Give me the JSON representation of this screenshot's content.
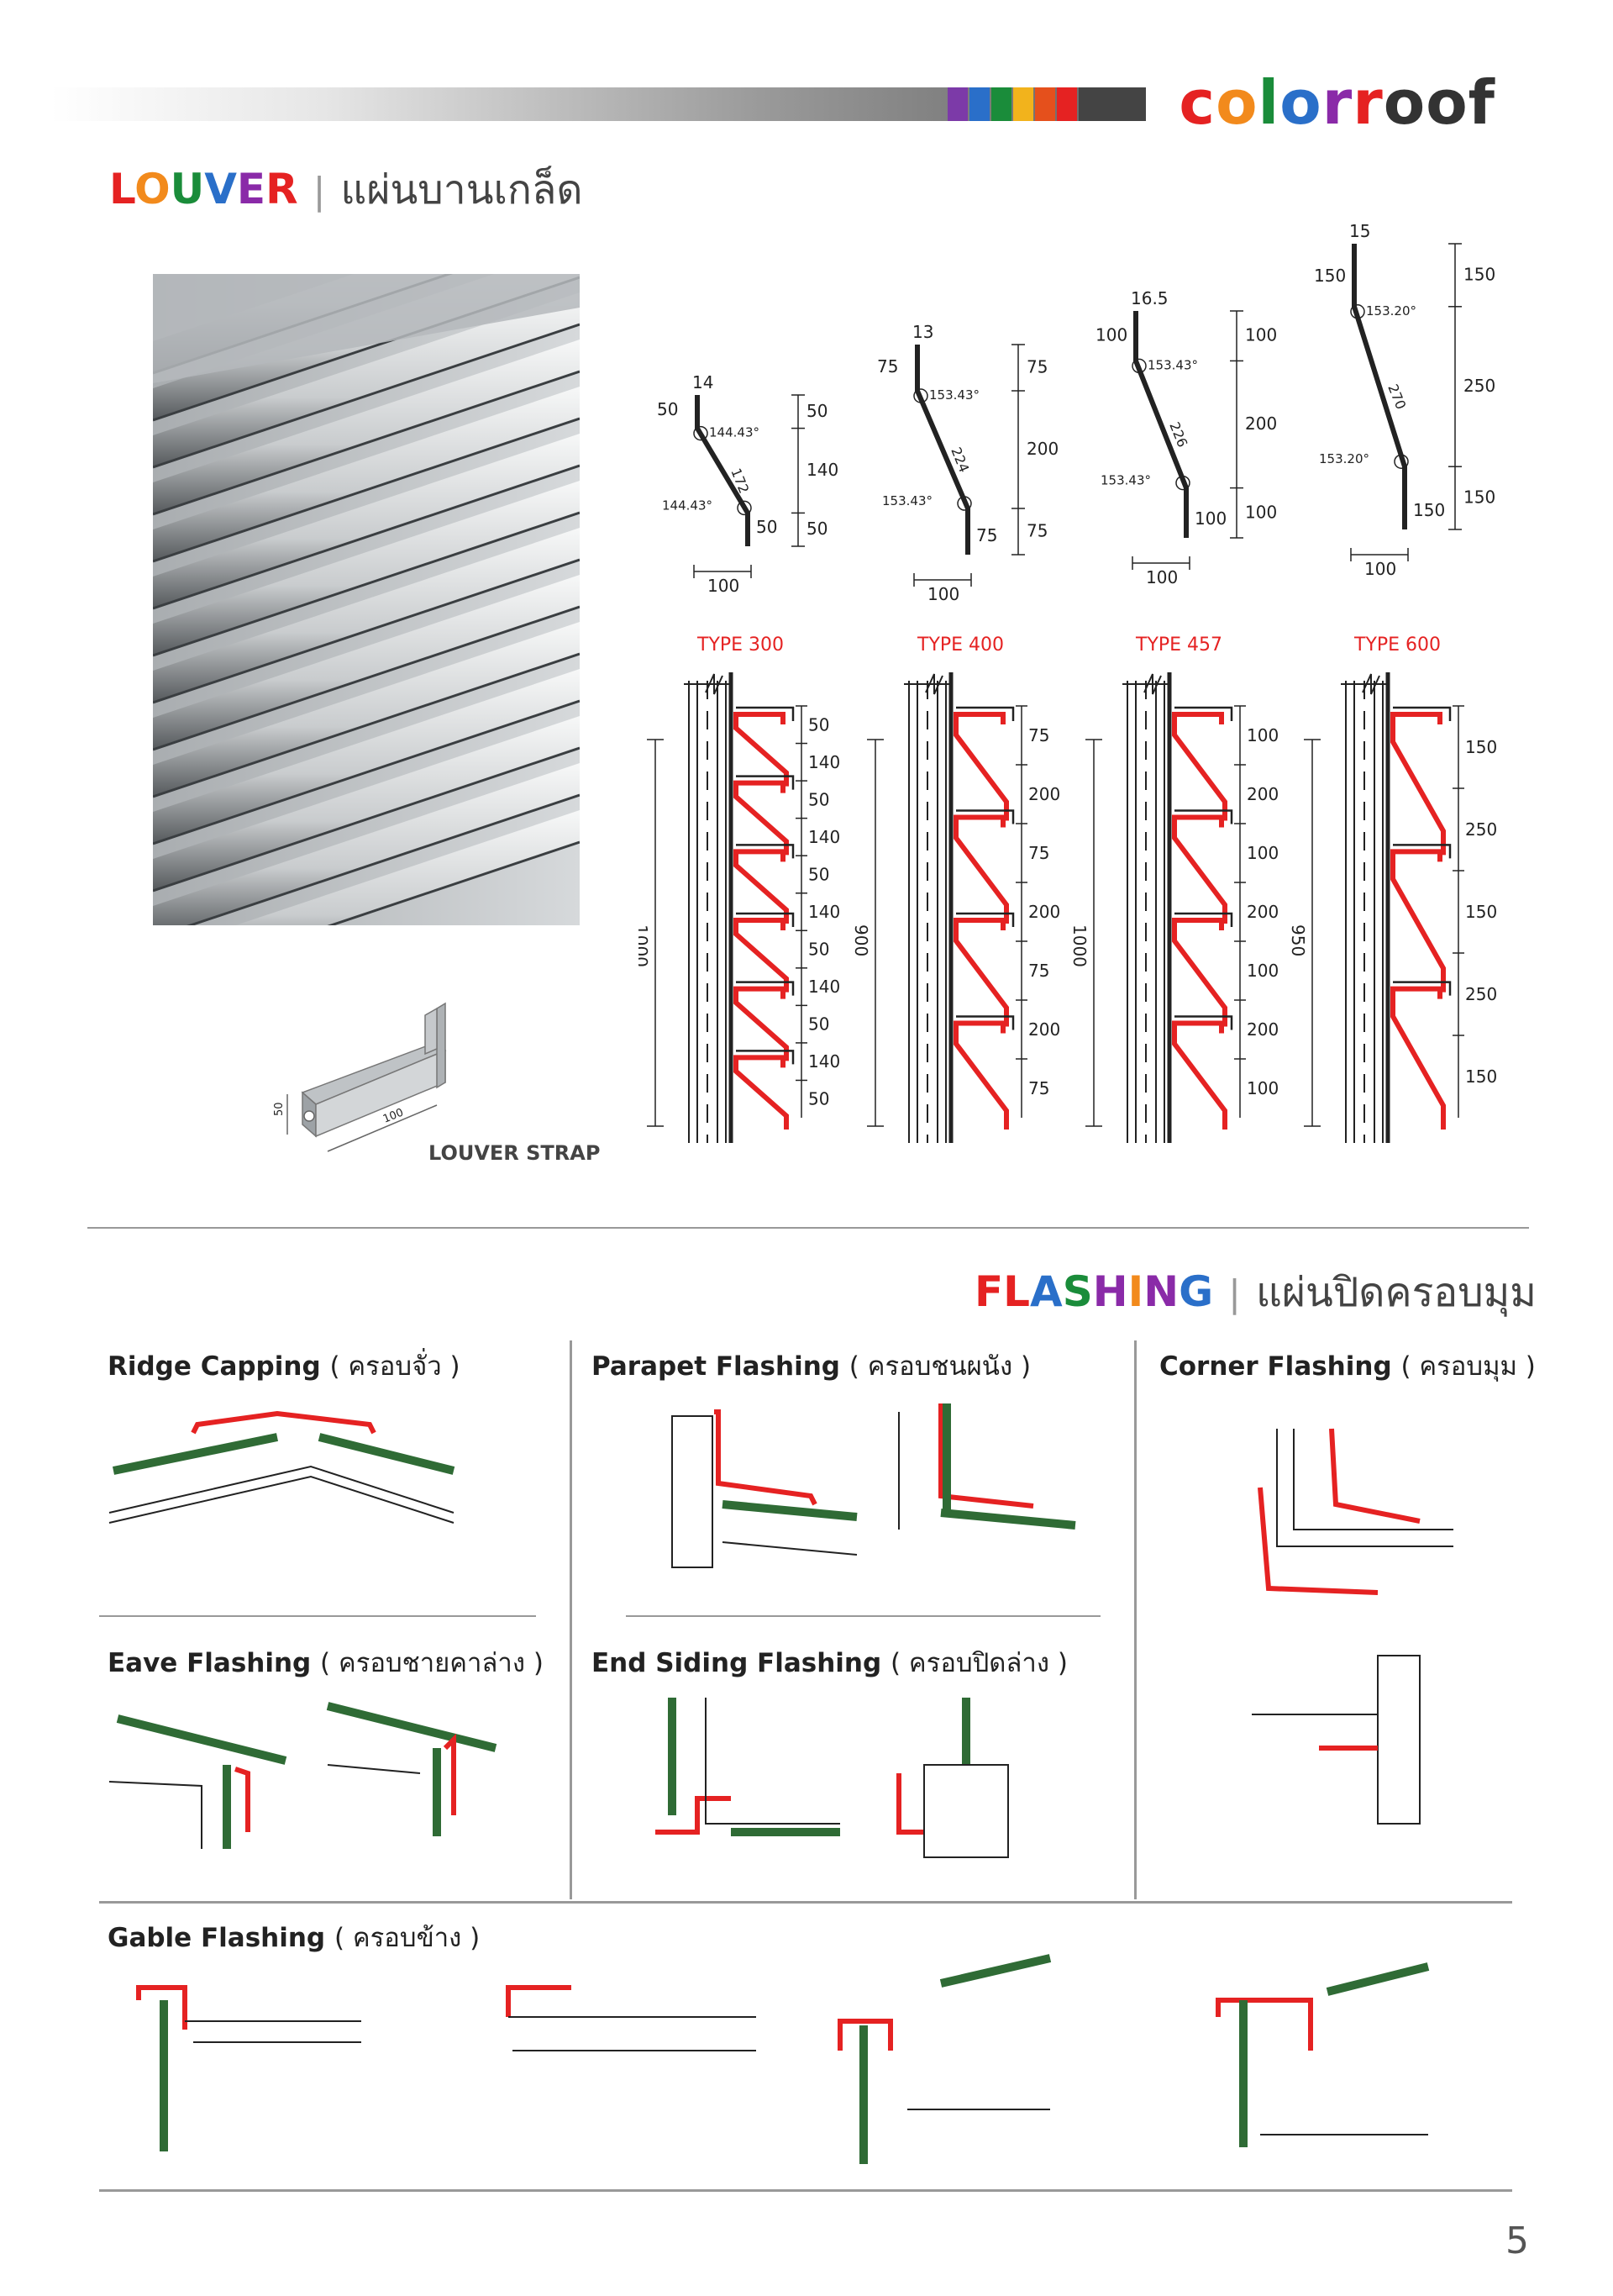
{
  "brand": {
    "logo_text": "colorroof",
    "logo_colors": [
      "#e52222",
      "#f28a1c",
      "#1a8c3a",
      "#2a6fc9",
      "#8a2aa8",
      "#e52222",
      "#333333",
      "#333333",
      "#333333"
    ]
  },
  "header": {
    "swatch_colors": [
      "#7c3aa8",
      "#2a6fc9",
      "#1a8c3a",
      "#f2b31c",
      "#e5501c",
      "#e52222",
      "#444444"
    ]
  },
  "louver": {
    "title_en": "LOUVER",
    "title_en_colors": {
      "L": "#e52222",
      "O": "#f28a1c",
      "U": "#1a8c3a",
      "V": "#2a6fc9",
      "E": "#8a2aa8",
      "R": "#e52222"
    },
    "separator": "|",
    "title_th": "แผ่นบานเกล็ด",
    "strap_label": "LOUVER STRAP",
    "strap_dims": [
      "50",
      "100"
    ],
    "types": [
      {
        "label": "TYPE 300",
        "top": "14",
        "left_top": "50",
        "angle1": "144.43°",
        "slope": "172",
        "angle2": "144.43°",
        "right_bottom": "50",
        "dims": [
          "50",
          "140",
          "50"
        ],
        "width": "100",
        "total": "1000",
        "install": [
          "50",
          "140",
          "50",
          "140",
          "50",
          "140",
          "50",
          "140",
          "50",
          "140",
          "50"
        ]
      },
      {
        "label": "TYPE 400",
        "top": "13",
        "left_top": "75",
        "angle1": "153.43°",
        "slope": "224",
        "angle2": "153.43°",
        "right_bottom": "75",
        "dims": [
          "75",
          "200",
          "75"
        ],
        "width": "100",
        "total": "900",
        "install": [
          "75",
          "200",
          "75",
          "200",
          "75",
          "200",
          "75"
        ]
      },
      {
        "label": "TYPE 457",
        "top": "16.5",
        "left_top": "100",
        "angle1": "153.43°",
        "slope": "226",
        "angle2": "153.43°",
        "right_bottom": "100",
        "dims": [
          "100",
          "200",
          "100"
        ],
        "width": "100",
        "total": "1000",
        "install": [
          "100",
          "200",
          "100",
          "200",
          "100",
          "200",
          "100"
        ]
      },
      {
        "label": "TYPE 600",
        "top": "15",
        "left_top": "150",
        "angle1": "153.20°",
        "slope": "270",
        "angle2": "153.20°",
        "right_bottom": "150",
        "dims": [
          "150",
          "250",
          "150"
        ],
        "width": "100",
        "total": "950",
        "install": [
          "150",
          "250",
          "150",
          "250",
          "150"
        ]
      }
    ]
  },
  "flashing": {
    "title_en": "FLASHING",
    "title_en_colors": {
      "F": "#e52222",
      "L": "#e52222",
      "A": "#2a6fc9",
      "S": "#1a8c3a",
      "H": "#8a2aa8",
      "I": "#f28a1c",
      "N": "#8a2aa8",
      "G": "#2a6fc9"
    },
    "separator": "|",
    "title_th": "แผ่นปิดครอบมุม",
    "items": [
      {
        "en": "Ridge Capping",
        "th": "( ครอบจั่ว )"
      },
      {
        "en": "Parapet Flashing",
        "th": "( ครอบชนผนัง )"
      },
      {
        "en": "Corner Flashing",
        "th": "( ครอบมุม )"
      },
      {
        "en": "Eave Flashing",
        "th": "( ครอบชายคาล่าง )"
      },
      {
        "en": "End Siding Flashing",
        "th": "( ครอบปิดล่าง )"
      },
      {
        "en": "Gable Flashing",
        "th": "( ครอบข้าง )"
      }
    ]
  },
  "colors": {
    "flashing_red": "#e52222",
    "sheet_green": "#2f6b35",
    "line": "#222222"
  },
  "page_number": "5"
}
